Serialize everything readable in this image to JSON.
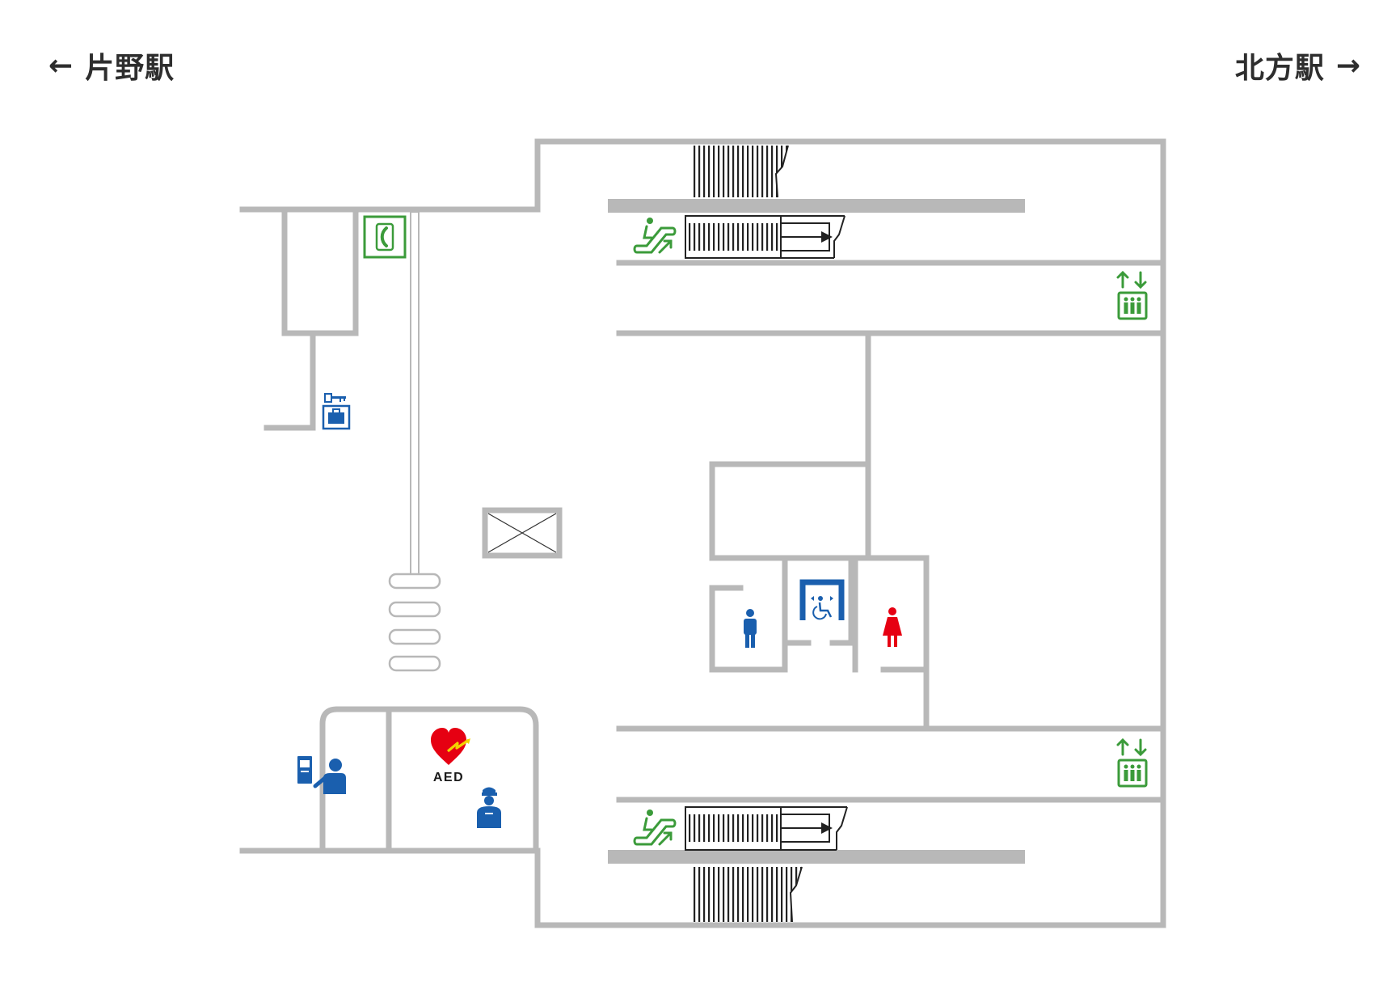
{
  "directions": {
    "left": {
      "arrow": "←",
      "label": "片野駅"
    },
    "right": {
      "label": "北方駅",
      "arrow": "→"
    }
  },
  "aed_label": "AED",
  "icons": {
    "phone": "public-telephone-icon",
    "lockers": "coin-locker-icon",
    "escalator": "escalator-icon",
    "elevator": "elevator-icon",
    "multipurpose_toilet": "wheelchair-toilet-icon",
    "mens_toilet": "men-toilet-icon",
    "womens_toilet": "women-toilet-icon",
    "ticket_machine": "ticket-machine-icon",
    "aed": "aed-icon",
    "station_staff": "station-staff-icon"
  },
  "colors": {
    "wall": "#b8b8b8",
    "green": "#3b9b3a",
    "blue": "#1a5fae",
    "red": "#e60012",
    "text": "#2e2e2e"
  }
}
